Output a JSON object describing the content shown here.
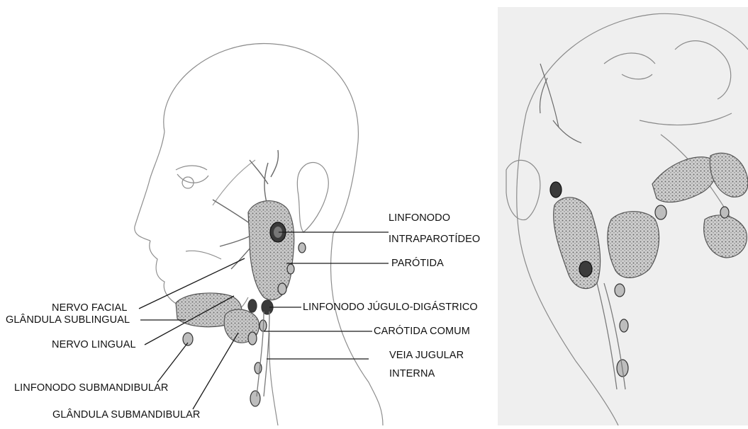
{
  "figure": {
    "labels": {
      "linfonodo_intraparotideo_1": "LINFONODO",
      "linfonodo_intraparotideo_2": "INTRAPAROTÍDEO",
      "parotida": "PARÓTIDA",
      "linfonodo_jugulo_digastrico": "LINFONODO JÚGULO-DIGÁSTRICO",
      "carotida_comum": "CARÓTIDA COMUM",
      "veia_jugular_interna_1": "VEIA JUGULAR",
      "veia_jugular_interna_2": "INTERNA",
      "nervo_facial": "NERVO FACIAL",
      "glandula_sublingual": "GLÂNDULA SUBLINGUAL",
      "nervo_lingual": "NERVO LINGUAL",
      "linfonodo_submandibular": "LINFONODO SUBMANDIBULAR",
      "glandula_submandibular": "GLÂNDULA SUBMANDIBULAR"
    },
    "colors": {
      "line": "#1a1a1a",
      "sketch": "#7a7a7a",
      "gland_fill": "#9a9a9a",
      "right_bg": "#efefef"
    }
  }
}
